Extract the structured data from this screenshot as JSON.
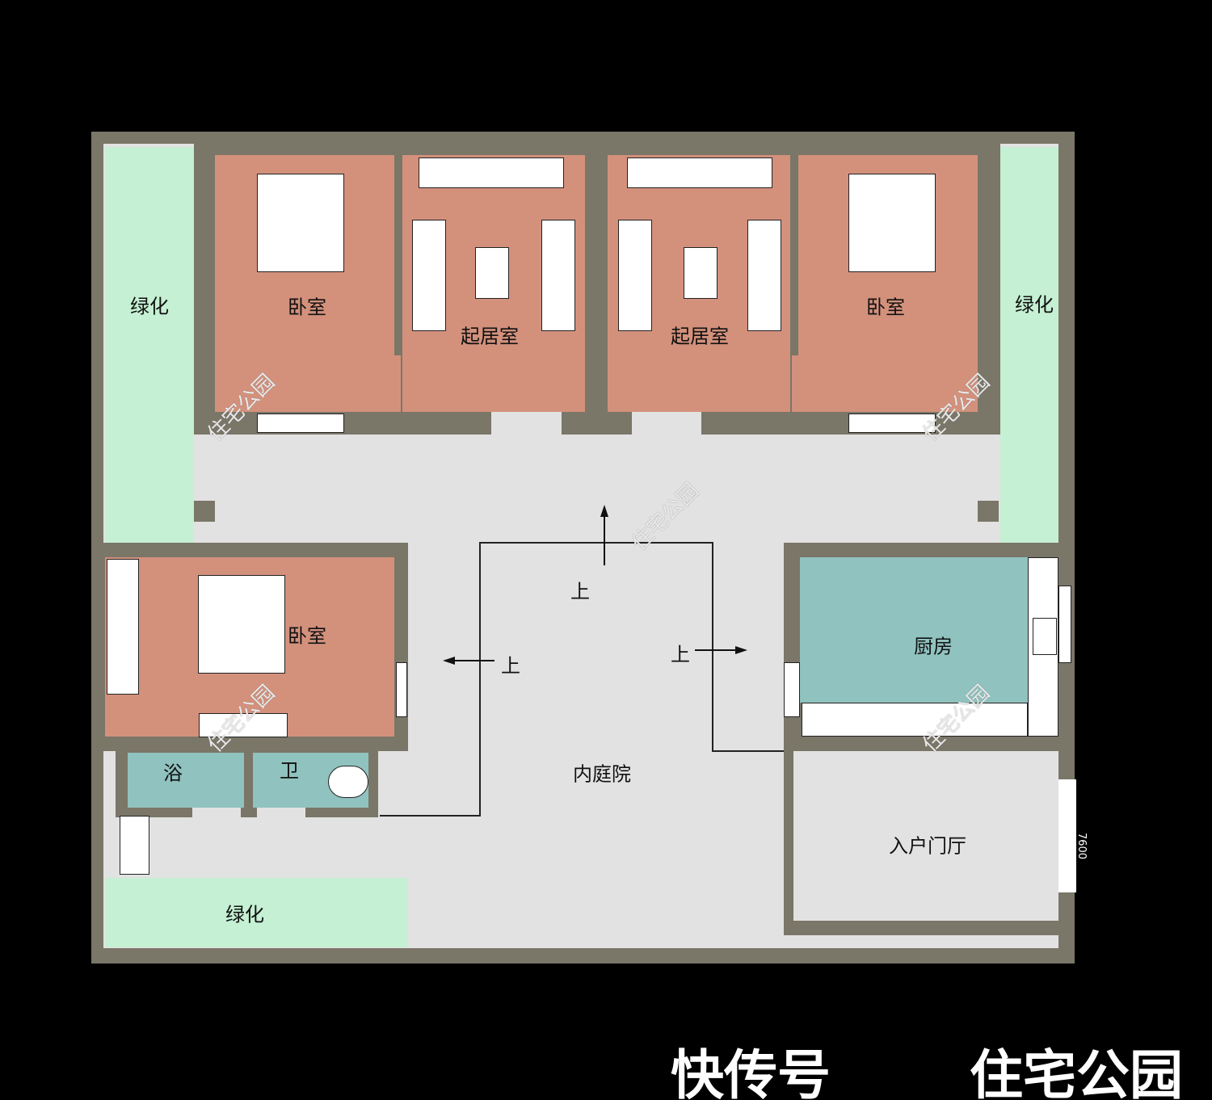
{
  "rooms": {
    "greenery_left": "绿化",
    "greenery_right": "绿化",
    "greenery_bottom": "绿化",
    "bedroom_top_left": "卧室",
    "living_left": "起居室",
    "living_right": "起居室",
    "bedroom_top_right": "卧室",
    "bedroom_lower": "卧室",
    "bath": "浴",
    "toilet": "卫",
    "kitchen": "厨房",
    "courtyard": "内庭院",
    "entry_hall": "入户门厅"
  },
  "step_labels": {
    "up_top": "上",
    "up_left": "上",
    "up_right": "上"
  },
  "watermark": "住宅公园",
  "dimension": "7600",
  "footer_text_a": "快传号",
  "footer_text_b": "住宅公园",
  "colors": {
    "wall": "#7a7668",
    "bedroom": "#d3917c",
    "wet_room": "#90c2bf",
    "greenery": "#c5f0d3",
    "floor": "#e2e2e2"
  }
}
